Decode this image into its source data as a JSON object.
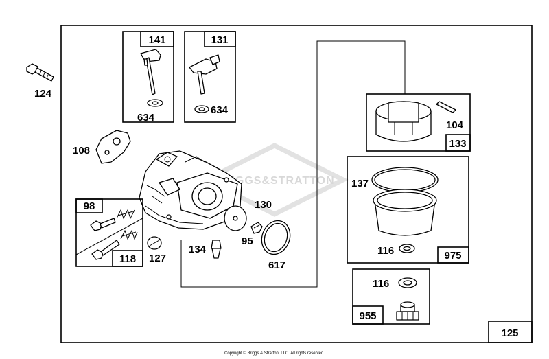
{
  "callouts": {
    "p124": "124",
    "p141": "141",
    "p131": "131",
    "p634a": "634",
    "p634b": "634",
    "p108": "108",
    "p98": "98",
    "p118": "118",
    "p127": "127",
    "p134": "134",
    "p95": "95",
    "p130": "130",
    "p617": "617",
    "p104": "104",
    "p133": "133",
    "p137": "137",
    "p116a": "116",
    "p975": "975",
    "p116b": "116",
    "p955": "955",
    "p125": "125"
  },
  "watermark": "BRIGGS&STRATTON",
  "copyright": "Copyright © Briggs & Stratton, LLC. All rights reserved."
}
